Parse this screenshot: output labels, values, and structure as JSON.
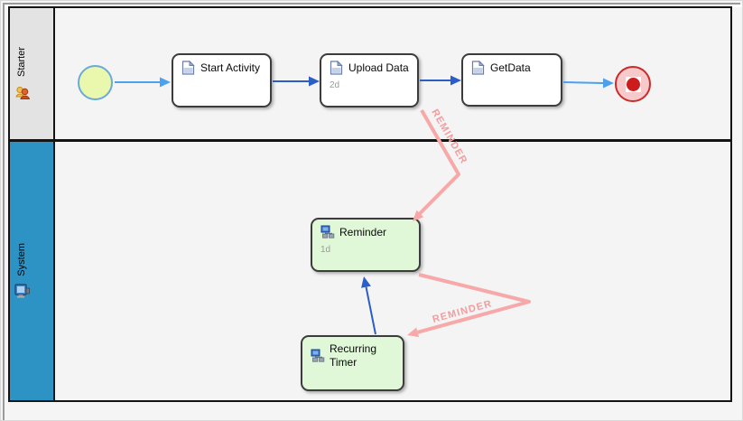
{
  "pool": {
    "lanes": {
      "starter": {
        "label": "Starter",
        "icon": "people-icon"
      },
      "system": {
        "label": "System",
        "icon": "computer-icon"
      }
    }
  },
  "nodes": {
    "start_event": {
      "type": "start-event"
    },
    "start_activity": {
      "label": "Start Activity"
    },
    "upload_data": {
      "label": "Upload Data",
      "duration": "2d"
    },
    "getdata": {
      "label": "GetData"
    },
    "end_event": {
      "type": "end-event"
    },
    "reminder": {
      "label": "Reminder",
      "duration": "1d"
    },
    "recurring_timer": {
      "label": "Recurring Timer"
    }
  },
  "flows": {
    "reminder_flow_1": {
      "label": "REMINDER"
    },
    "reminder_flow_2": {
      "label": "REMINDER"
    }
  },
  "colors": {
    "starter_lane_header": "#e3e3e3",
    "system_lane_header": "#2d93c4",
    "task_fill_white": "#ffffff",
    "task_fill_green": "#e0f8d8",
    "sequence_flow_dark_blue": "#2b5ec6",
    "sequence_flow_light_blue": "#4da0ee",
    "message_flow_pink": "#f7a8a8",
    "start_event_fill": "#e9f8ac",
    "start_event_stroke": "#69aade",
    "end_event_fill": "#f6caca",
    "end_event_stroke": "#cc2a2a"
  }
}
